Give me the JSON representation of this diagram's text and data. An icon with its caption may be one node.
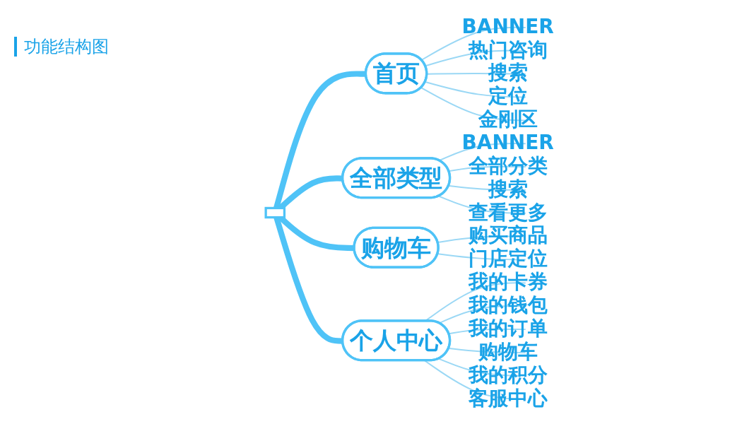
{
  "diagram": {
    "title": "功能结构图",
    "nodes": [
      {
        "text": [],
        "shape": "box"
      },
      {
        "text": [
          "首页"
        ]
      },
      {
        "text": [
          "BANNER"
        ]
      },
      {
        "text": [
          "热门咨询"
        ]
      },
      {
        "text": [
          "搜索"
        ]
      },
      {
        "text": [
          "定位"
        ]
      },
      {
        "text": [
          "金刚区"
        ]
      },
      {
        "text": [
          "全部类型"
        ]
      },
      {
        "text": [
          "BANNER"
        ]
      },
      {
        "text": [
          "全部分类"
        ]
      },
      {
        "text": [
          "搜索"
        ]
      },
      {
        "text": [
          "查看更多"
        ]
      },
      {
        "text": [
          "购物车"
        ]
      },
      {
        "text": [
          "购买商品"
        ]
      },
      {
        "text": [
          "门店定位"
        ]
      },
      {
        "text": [
          "个人中心"
        ]
      },
      {
        "text": [
          "我的卡券"
        ]
      },
      {
        "text": [
          "我的钱包"
        ]
      },
      {
        "text": [
          "我的订单"
        ]
      },
      {
        "text": [
          "购物车"
        ]
      },
      {
        "text": [
          "我的积分"
        ]
      },
      {
        "text": [
          "客服中心"
        ]
      }
    ],
    "edges": [
      {
        "from": 0,
        "to": 1,
        "arrow": "none",
        "style": "thick",
        "color": "#4fc3f7"
      },
      {
        "from": 1,
        "to": 2,
        "arrow": "none"
      },
      {
        "from": 1,
        "to": 3,
        "arrow": "none"
      },
      {
        "from": 1,
        "to": 4,
        "arrow": "none"
      },
      {
        "from": 1,
        "to": 5,
        "arrow": "none"
      },
      {
        "from": 1,
        "to": 6,
        "arrow": "none"
      },
      {
        "from": 0,
        "to": 7,
        "arrow": "none",
        "style": "thick",
        "color": "#4fc3f7"
      },
      {
        "from": 7,
        "to": 8,
        "arrow": "none"
      },
      {
        "from": 7,
        "to": 9,
        "arrow": "none"
      },
      {
        "from": 7,
        "to": 10,
        "arrow": "none"
      },
      {
        "from": 7,
        "to": 11,
        "arrow": "none"
      },
      {
        "from": 0,
        "to": 12,
        "arrow": "none",
        "style": "thick",
        "color": "#4fc3f7"
      },
      {
        "from": 12,
        "to": 13,
        "arrow": "none"
      },
      {
        "from": 12,
        "to": 14,
        "arrow": "none"
      },
      {
        "from": 0,
        "to": 15,
        "arrow": "none",
        "style": "thick",
        "color": "#4fc3f7"
      },
      {
        "from": 15,
        "to": 16,
        "arrow": "none"
      },
      {
        "from": 15,
        "to": 17,
        "arrow": "none"
      },
      {
        "from": 15,
        "to": 18,
        "arrow": "none"
      },
      {
        "from": 15,
        "to": 19,
        "arrow": "none"
      },
      {
        "from": 15,
        "to": 20,
        "arrow": "none"
      },
      {
        "from": 15,
        "to": 21,
        "arrow": "none"
      }
    ]
  }
}
